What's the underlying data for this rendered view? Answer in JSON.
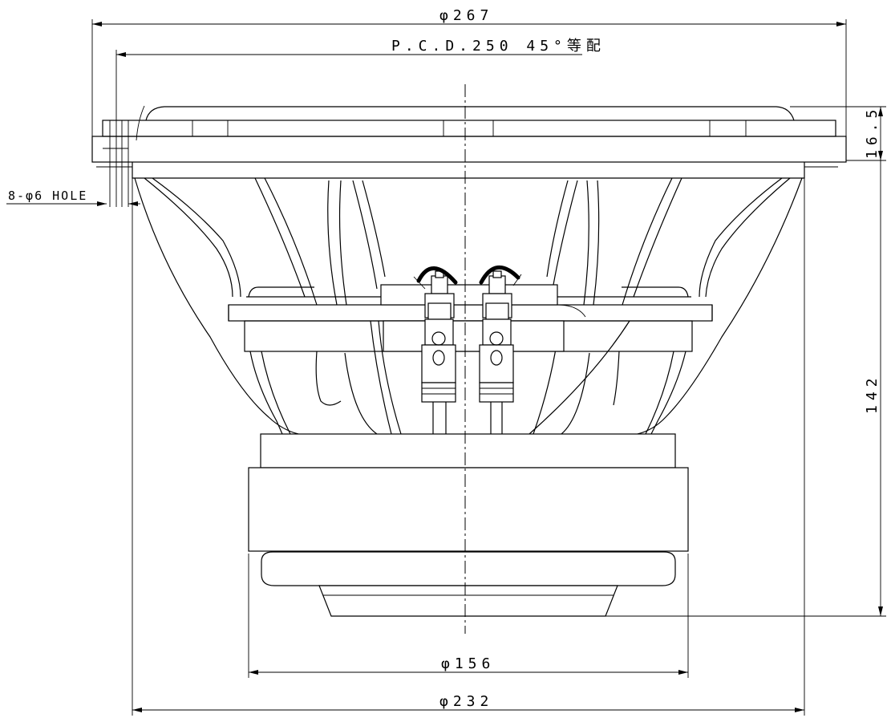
{
  "drawing": {
    "center_mark": "",
    "dimensions": {
      "frame_diameter": "φ267",
      "pcd": "P.C.D.250 45°等配",
      "mounting_holes": "8-φ6 HOLE",
      "flange_thickness": "16.5",
      "overall_depth": "142",
      "magnet_diameter": "φ156",
      "baffle_cutout": "φ232"
    }
  }
}
